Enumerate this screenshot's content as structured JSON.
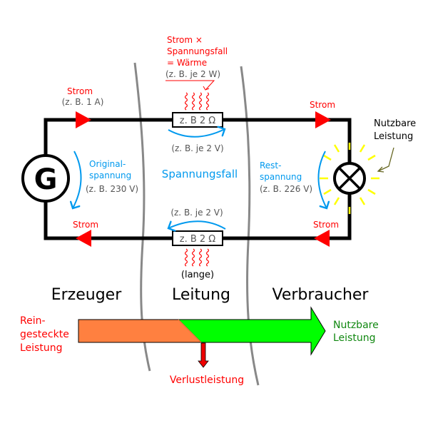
{
  "colors": {
    "wire": "#000000",
    "current_arrow": "#ff0000",
    "heat": "#ff0000",
    "voltage_arrow": "#0099ee",
    "divider": "#888888",
    "input_power": "#ff8040",
    "useful_power": "#00ff00",
    "loss_arrow": "#ee0000",
    "lamp_rays": "#ffff00",
    "pointer": "#666622"
  },
  "generator": {
    "symbol": "G"
  },
  "annotations": {
    "heat_formula": [
      "Strom ×",
      "Spannungsfall",
      "= Wärme"
    ],
    "heat_example": "(z. B. je 2 W)",
    "current_top_left": {
      "label": "Strom",
      "example": "(z. B. 1 A)"
    },
    "current_top_right": {
      "label": "Strom"
    },
    "current_bottom_left": {
      "label": "Strom"
    },
    "current_bottom_right": {
      "label": "Strom"
    },
    "resistor_top": "z. B 2 Ω",
    "resistor_bottom": "z. B 2 Ω",
    "drop_top": "(z. B. je 2 V)",
    "drop_bottom": "(z. B. je 2 V)",
    "voltage_drop_title": "Spannungsfall",
    "original_voltage": [
      "Original-",
      "spannung"
    ],
    "original_voltage_example": "(z. B. 230 V)",
    "rest_voltage": [
      "Rest-",
      "spannung"
    ],
    "rest_voltage_example": "(z. B. 226 V)",
    "lamp_label": [
      "Nutzbare",
      "Leistung"
    ],
    "long_note": "(lange)"
  },
  "sections": {
    "producer": "Erzeuger",
    "line": "Leitung",
    "consumer": "Verbraucher"
  },
  "power_flow": {
    "input_label": [
      "Rein-",
      "gesteckte",
      "Leistung"
    ],
    "output_label": [
      "Nutzbare",
      "Leistung"
    ],
    "loss_label": "Verlustleistung"
  }
}
